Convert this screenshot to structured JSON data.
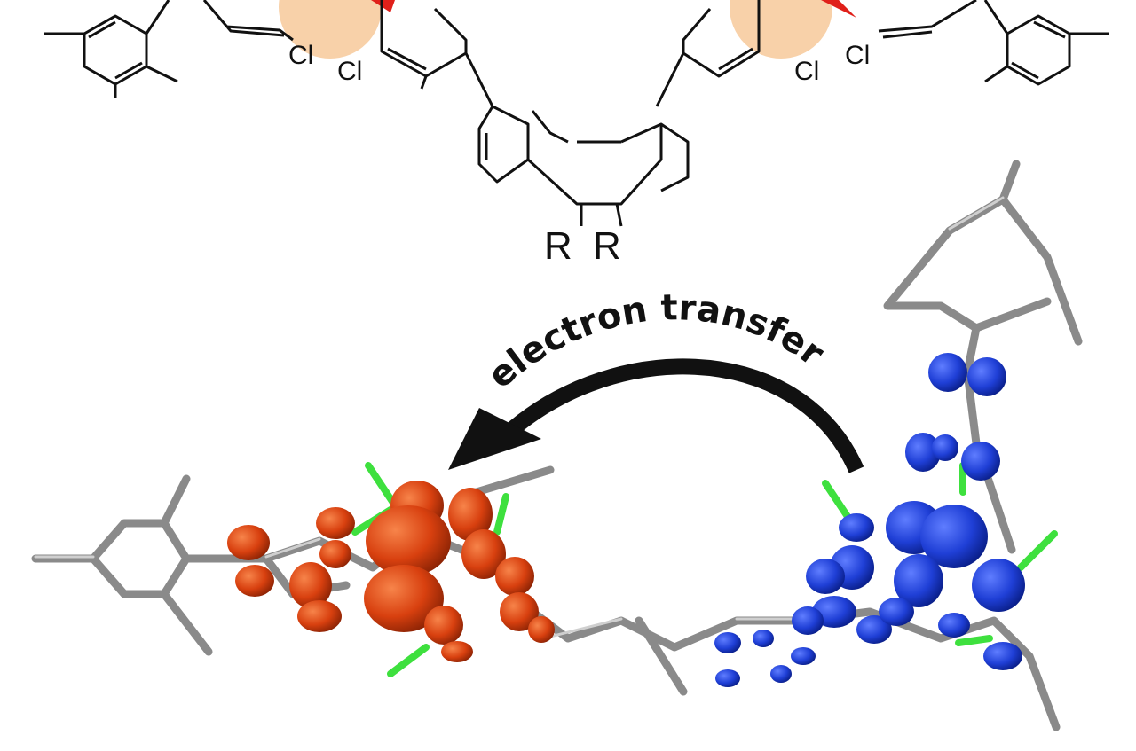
{
  "structure": {
    "atom_labels": [
      "Cl",
      "Cl",
      "Cl",
      "Cl"
    ],
    "substituents": [
      "R",
      "R"
    ]
  },
  "rendering": {
    "annotation": "electron transfer",
    "colors": {
      "donor_orbital": "#1f3fd6",
      "acceptor_orbital": "#d8400f",
      "chlorine": "#3ee03e",
      "carbon": "#8a8a8a",
      "highlight": "#f7c99a",
      "arrow": "#e0201a"
    }
  }
}
